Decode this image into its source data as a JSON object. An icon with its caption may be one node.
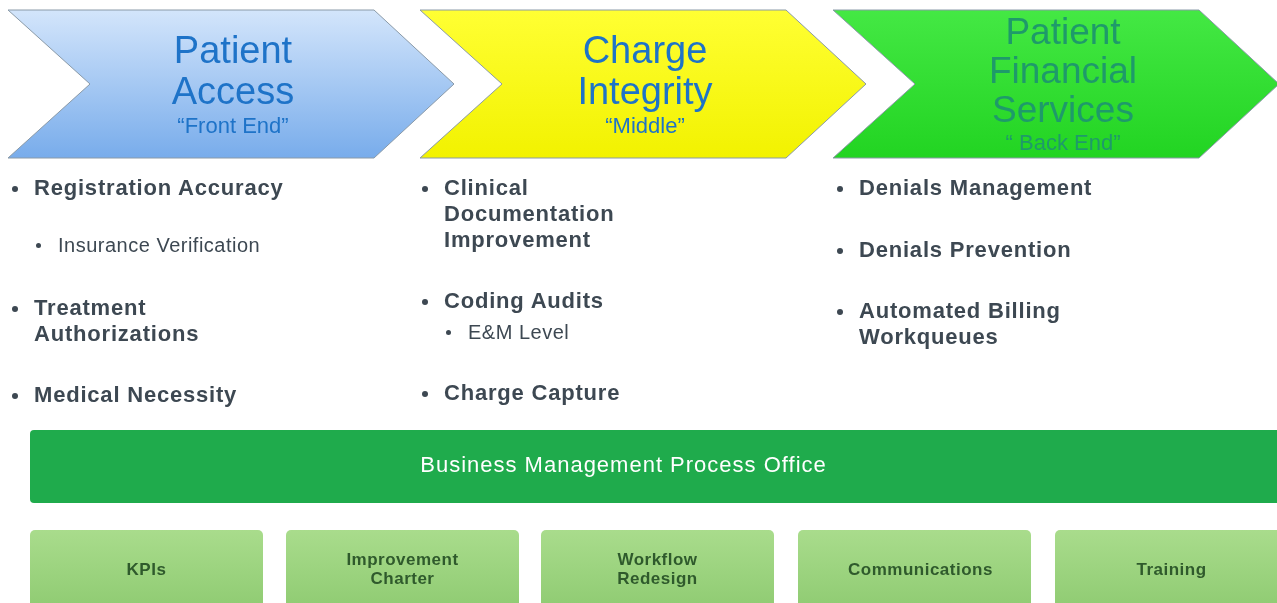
{
  "diagram": {
    "nodes": [
      {
        "text": [
          "Patient Access",
          "“Front End”"
        ]
      },
      {
        "text": [
          "Charge Integrity",
          "“Middle”"
        ]
      },
      {
        "text": [
          "Patient Financial Services",
          "“ Back End”"
        ]
      },
      {
        "text": [
          "Business Management Process Office"
        ]
      },
      {
        "text": [
          "KPIs"
        ]
      },
      {
        "text": [
          "Improvement Charter"
        ]
      },
      {
        "text": [
          "Workflow Redesign"
        ]
      },
      {
        "text": [
          "Communications"
        ]
      },
      {
        "text": [
          "Training"
        ]
      }
    ],
    "labels": [
      "Registration Accuracy",
      "Insurance Verification",
      "Treatment Authorizations",
      "Medical Necessity",
      "Clinical Documentation Improvement",
      "Coding Audits",
      "E&M Level",
      "Charge Capture",
      "Denials Management",
      "Denials Prevention",
      "Automated Billing Workqueues"
    ]
  }
}
